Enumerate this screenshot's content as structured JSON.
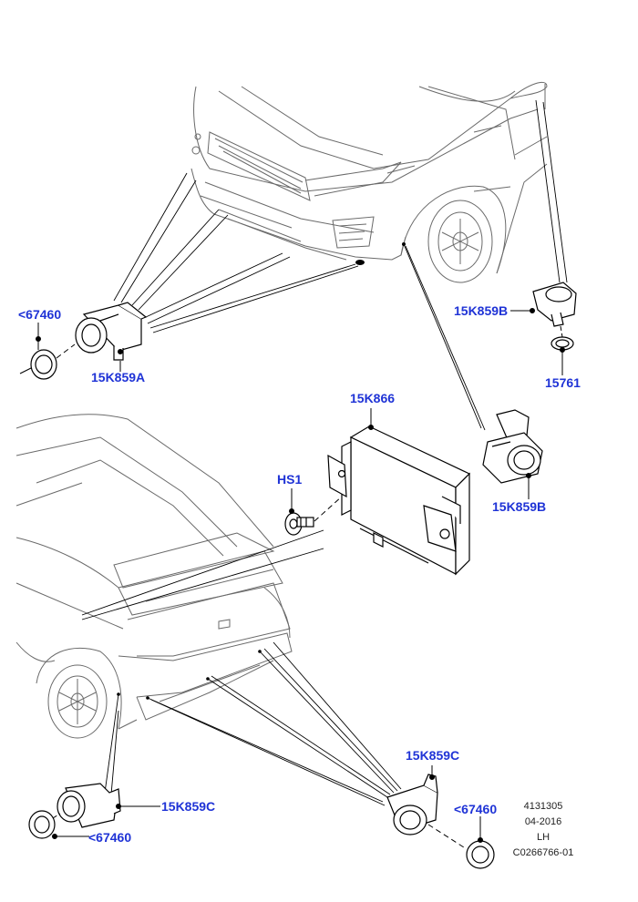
{
  "colors": {
    "callout": "#1f33d6",
    "line": "#000000",
    "sketch": "#666666"
  },
  "callouts": {
    "front_left_seal": "<67460",
    "front_left_sensor": "15K859A",
    "front_right_sensor_top": "15K859B",
    "front_right_seal": "15761",
    "control_module": "15K866",
    "bolt": "HS1",
    "front_right_sensor_mid": "15K859B",
    "rear_sensor_right": "15K859C",
    "rear_seal_right": "<67460",
    "rear_sensor_left": "15K859C",
    "rear_seal_left": "<67460"
  },
  "info": {
    "part_number": "4131305",
    "date": "04-2016",
    "side": "LH",
    "drawing_code": "C0266766-01"
  }
}
